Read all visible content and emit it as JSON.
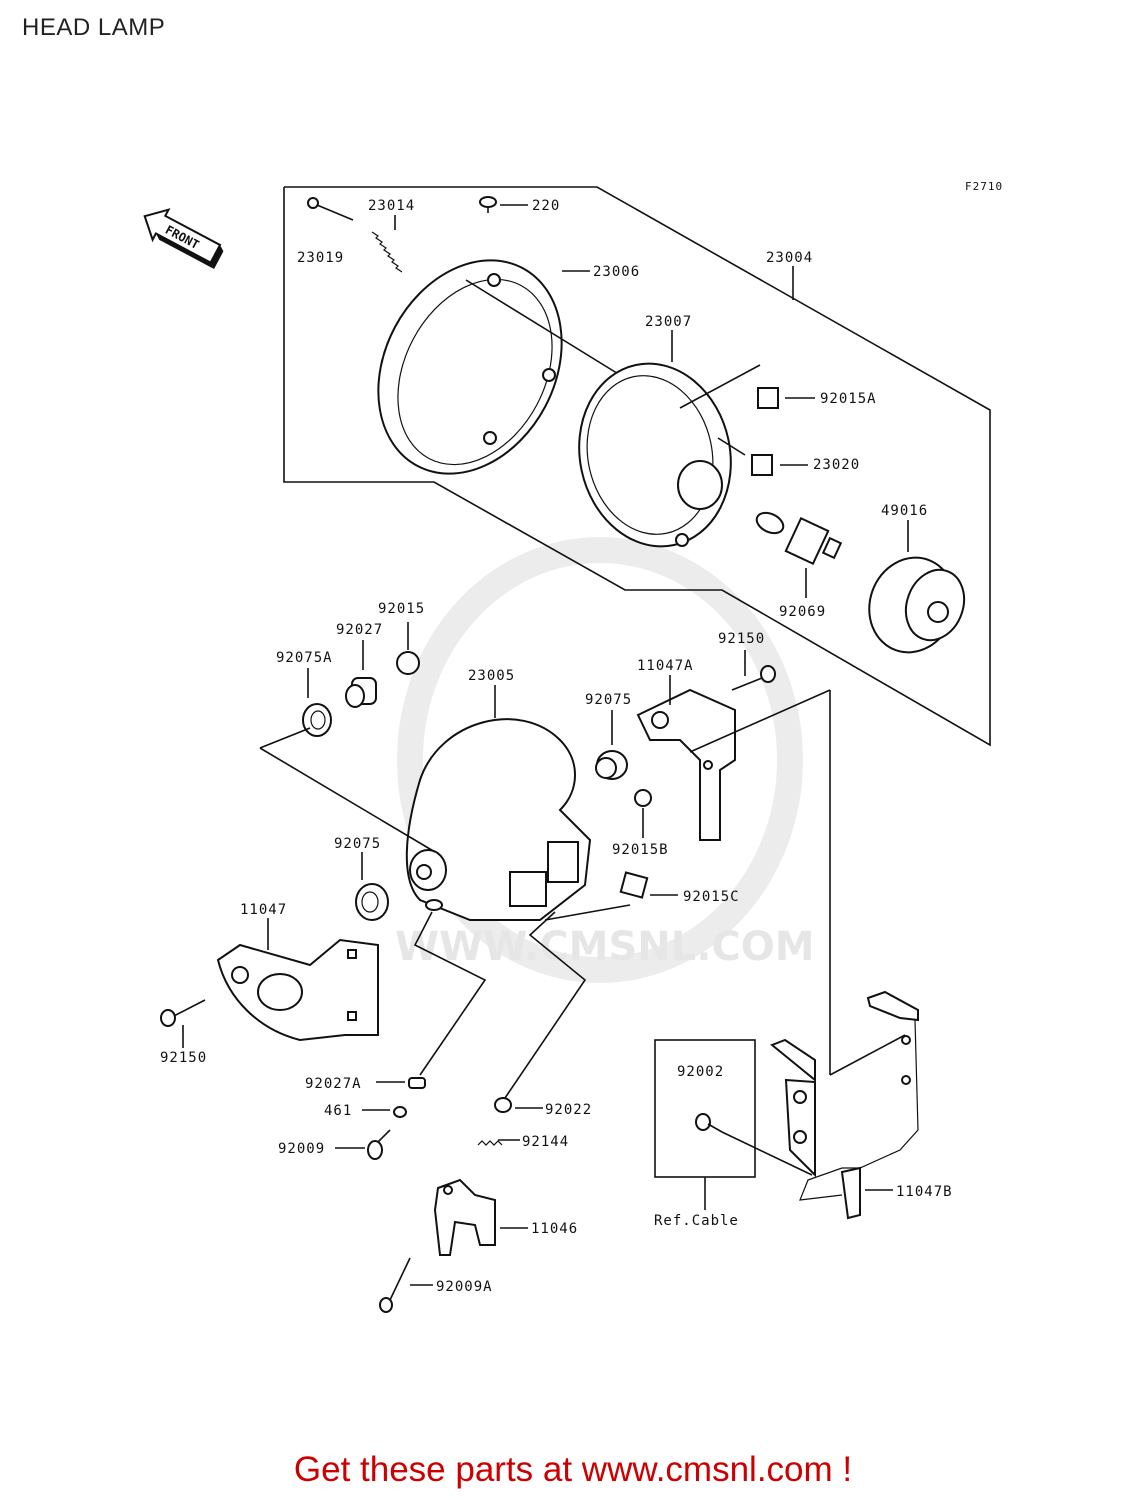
{
  "page": {
    "title": "HEAD LAMP",
    "figure_code": "F2710",
    "front_label": "FRONT",
    "watermark": "WWW.CMSNL.COM",
    "footer": "Get these parts at www.cmsnl.com !"
  },
  "parts": {
    "p23014": "23014",
    "p220": "220",
    "p23019": "23019",
    "p23006": "23006",
    "p23004": "23004",
    "p23007": "23007",
    "p92015A": "92015A",
    "p23020": "23020",
    "p49016": "49016",
    "p92069": "92069",
    "p92015": "92015",
    "p92027": "92027",
    "p92075A": "92075A",
    "p23005": "23005",
    "p11047A": "11047A",
    "p92150_top": "92150",
    "p92075_top": "92075",
    "p92015B": "92015B",
    "p92075_mid": "92075",
    "p92015C": "92015C",
    "p11047": "11047",
    "p92150_left": "92150",
    "p92002": "92002",
    "p92027A": "92027A",
    "p461": "461",
    "p92022": "92022",
    "p92009": "92009",
    "p92144": "92144",
    "p11047B": "11047B",
    "p11046": "11046",
    "ref_cable": "Ref.Cable",
    "p92009A": "92009A"
  }
}
